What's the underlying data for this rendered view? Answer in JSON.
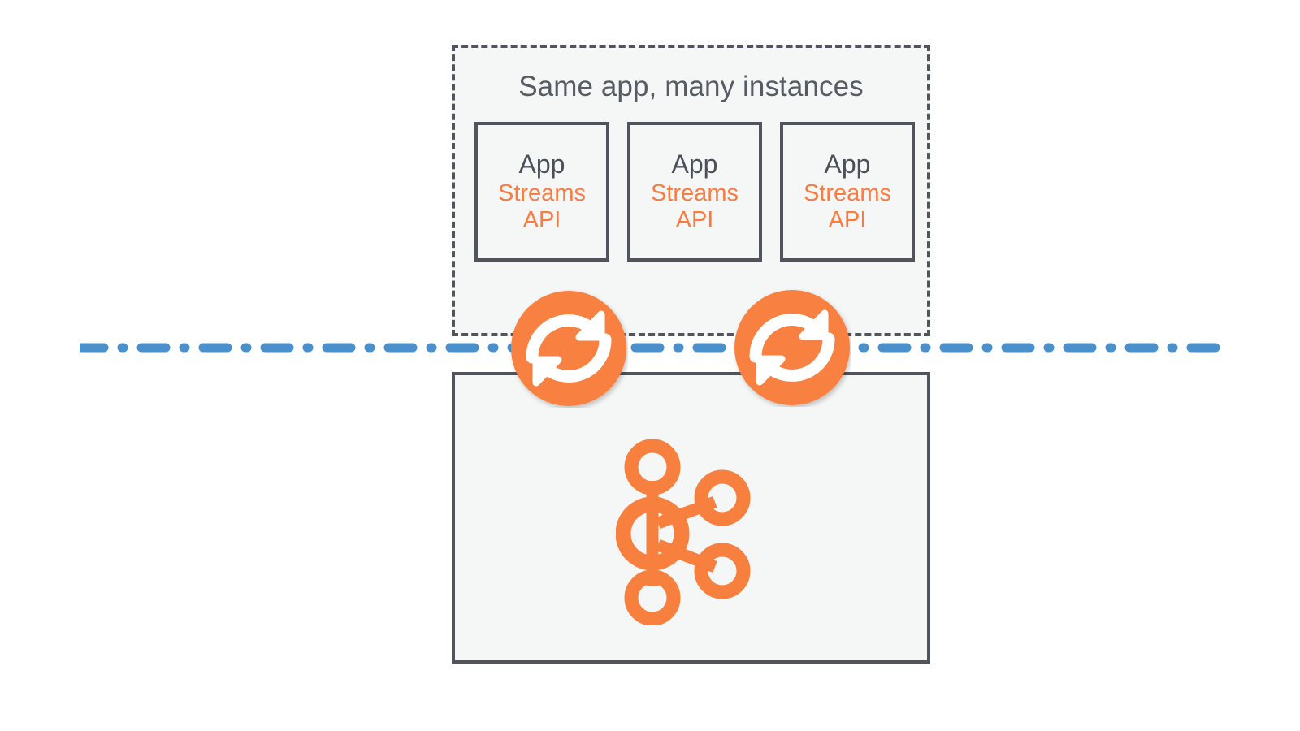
{
  "diagram": {
    "title": "Same app, many instances",
    "app_group": {
      "label": "Same app, many instances",
      "border_style": "dashed",
      "border_color": "#50545d",
      "fill_color": "#f5f6f6",
      "instances": [
        {
          "name": "App",
          "api": "Streams API"
        },
        {
          "name": "App",
          "api": "Streams API"
        },
        {
          "name": "App",
          "api": "Streams API"
        }
      ]
    },
    "cluster": {
      "icon": "kafka-logo-icon",
      "border_style": "solid",
      "border_color": "#50545d",
      "fill_color": "#f5f6f6"
    },
    "boundary": {
      "style": "dash-dot",
      "color": "#4a90cd"
    },
    "sync_badges": [
      {
        "icon": "sync-refresh-icon",
        "color": "#f8803f"
      },
      {
        "icon": "sync-refresh-icon",
        "color": "#f8803f"
      }
    ],
    "colors": {
      "accent_orange": "#fb7c41",
      "badge_orange": "#f8803f",
      "text_dark": "#4a4f58",
      "title_gray": "#565b64",
      "outline_gray": "#50545d",
      "panel_fill": "#f5f6f6",
      "boundary_blue": "#4a90cd",
      "white": "#ffffff"
    }
  }
}
